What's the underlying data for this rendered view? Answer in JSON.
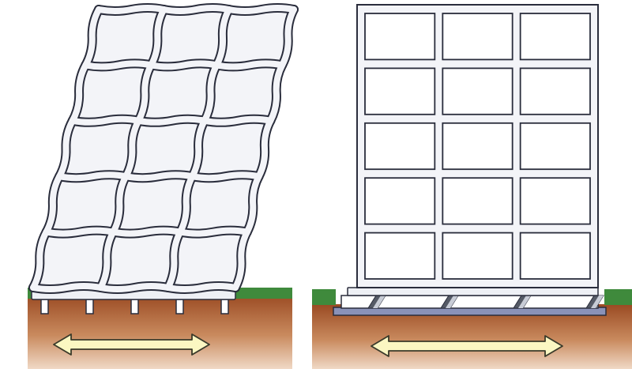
{
  "panels": [
    {
      "id": "fixed-base",
      "frame": {
        "floors": 5,
        "bays": 3,
        "deformed": true
      },
      "foundation": {
        "type": "fixed-columns",
        "pier_count": 5
      },
      "motion_arrow": {
        "direction": "bidirectional-horizontal"
      }
    },
    {
      "id": "base-isolated",
      "frame": {
        "floors": 5,
        "bays": 3,
        "deformed": false
      },
      "foundation": {
        "type": "base-isolators",
        "isolator_count": 4
      },
      "motion_arrow": {
        "direction": "bidirectional-horizontal"
      }
    }
  ],
  "colors": {
    "frame_fill": "#f3f4f8",
    "frame_stroke": "#2a2d3c",
    "grass": "#3f8a3c",
    "soil_top": "#9a4a22",
    "soil_bottom": "#f0d9c6",
    "base_plate": "#eef0f5",
    "isolator_plate": "#8a92b8",
    "arrow_fill": "#fbf7c2",
    "arrow_stroke": "#3a3a2a"
  }
}
